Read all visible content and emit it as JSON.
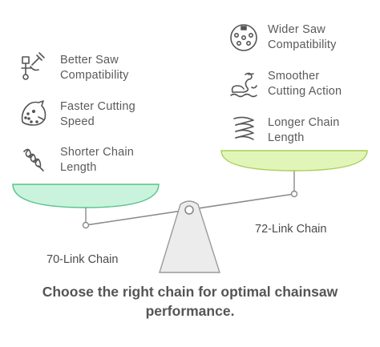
{
  "left_pan": {
    "label": "70-Link Chain",
    "color": "#c9f3dc",
    "items": [
      {
        "line1": "Better Saw",
        "line2": "Compatibility",
        "icon": "saw-connector-icon"
      },
      {
        "line1": "Faster Cutting",
        "line2": "Speed",
        "icon": "cheetah-icon"
      },
      {
        "line1": "Shorter Chain",
        "line2": "Length",
        "icon": "short-coil-icon"
      }
    ]
  },
  "right_pan": {
    "label": "72-Link Chain",
    "color": "#e2f5b8",
    "items": [
      {
        "line1": "Wider Saw",
        "line2": "Compatibility",
        "icon": "multi-pin-connector-icon"
      },
      {
        "line1": "Smoother",
        "line2": "Cutting Action",
        "icon": "swan-icon"
      },
      {
        "line1": "Longer Chain",
        "line2": "Length",
        "icon": "long-spring-icon"
      }
    ]
  },
  "caption": {
    "line1": "Choose the right chain for optimal chainsaw",
    "line2": "performance."
  }
}
